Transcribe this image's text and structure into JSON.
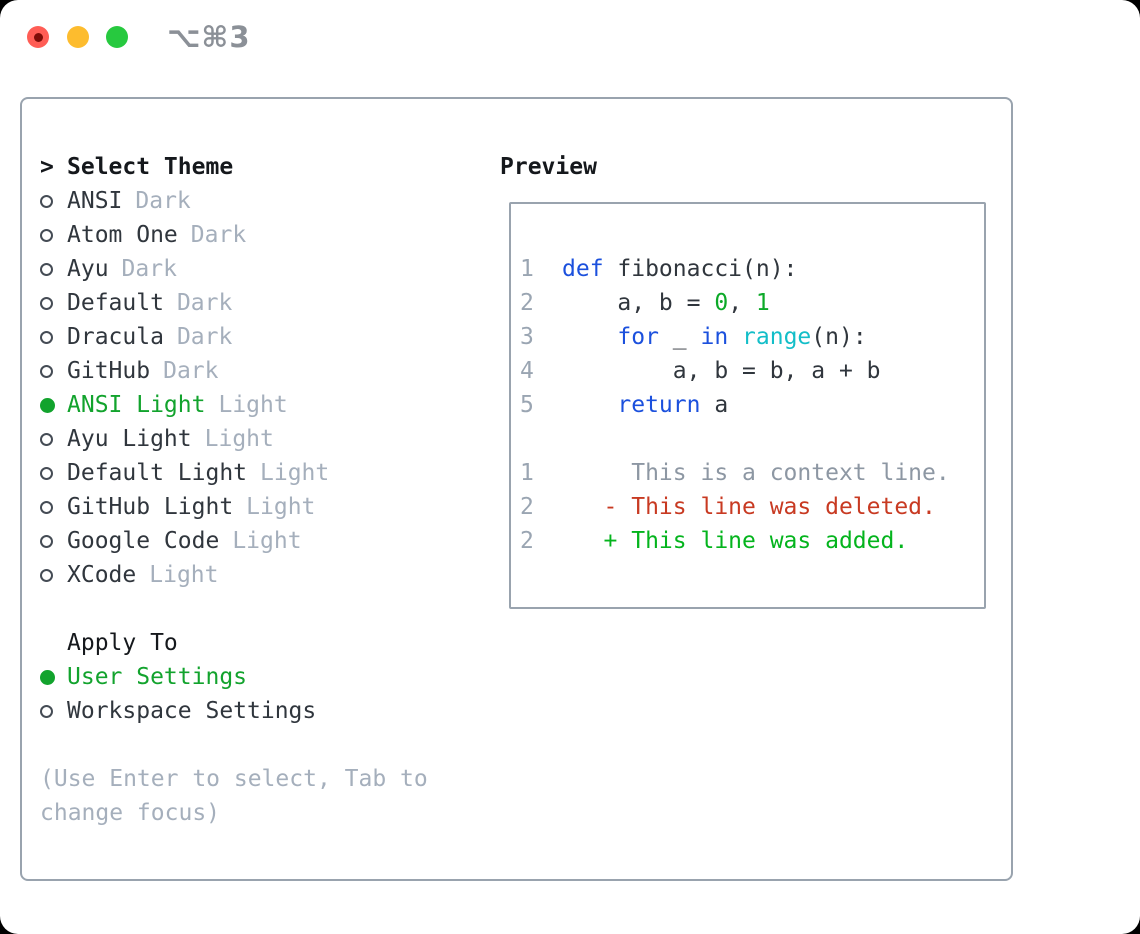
{
  "titlebar": {
    "shortcut": "⌥⌘3"
  },
  "theme_menu": {
    "header_marker": ">",
    "header": "Select Theme",
    "items": [
      {
        "name": "ANSI",
        "variant": "Dark",
        "selected": false
      },
      {
        "name": "Atom One",
        "variant": "Dark",
        "selected": false
      },
      {
        "name": "Ayu",
        "variant": "Dark",
        "selected": false
      },
      {
        "name": "Default",
        "variant": "Dark",
        "selected": false
      },
      {
        "name": "Dracula",
        "variant": "Dark",
        "selected": false
      },
      {
        "name": "GitHub",
        "variant": "Dark",
        "selected": false
      },
      {
        "name": "ANSI Light",
        "variant": "Light",
        "selected": true
      },
      {
        "name": "Ayu Light",
        "variant": "Light",
        "selected": false
      },
      {
        "name": "Default Light",
        "variant": "Light",
        "selected": false
      },
      {
        "name": "GitHub Light",
        "variant": "Light",
        "selected": false
      },
      {
        "name": "Google Code",
        "variant": "Light",
        "selected": false
      },
      {
        "name": "XCode",
        "variant": "Light",
        "selected": false
      }
    ],
    "apply_header": "Apply To",
    "apply_items": [
      {
        "name": "User Settings",
        "selected": true
      },
      {
        "name": "Workspace Settings",
        "selected": false
      }
    ],
    "hint_line1": "(Use Enter to select, Tab to",
    "hint_line2": "change focus)"
  },
  "preview": {
    "title": "Preview",
    "lines": [
      {
        "kind": "code-line",
        "num": "1",
        "tokens": [
          {
            "s": "kw",
            "text": "def"
          },
          {
            "s": "plain",
            "text": " fibonacci(n):"
          }
        ]
      },
      {
        "kind": "code-line",
        "num": "2",
        "tokens": [
          {
            "s": "plain",
            "text": "    a, b = "
          },
          {
            "s": "num",
            "text": "0"
          },
          {
            "s": "plain",
            "text": ", "
          },
          {
            "s": "num",
            "text": "1"
          }
        ]
      },
      {
        "kind": "code-line",
        "num": "3",
        "tokens": [
          {
            "s": "plain",
            "text": "    "
          },
          {
            "s": "kw",
            "text": "for"
          },
          {
            "s": "plain",
            "text": " _ "
          },
          {
            "s": "kw",
            "text": "in"
          },
          {
            "s": "plain",
            "text": " "
          },
          {
            "s": "builtin",
            "text": "range"
          },
          {
            "s": "plain",
            "text": "(n):"
          }
        ]
      },
      {
        "kind": "code-line",
        "num": "4",
        "tokens": [
          {
            "s": "plain",
            "text": "        a, b = b, a + b"
          }
        ]
      },
      {
        "kind": "code-line",
        "num": "5",
        "tokens": [
          {
            "s": "plain",
            "text": "    "
          },
          {
            "s": "kw",
            "text": "return"
          },
          {
            "s": "plain",
            "text": " a"
          }
        ]
      },
      {
        "type": "blank"
      },
      {
        "kind": "diff-context-line",
        "num": "1",
        "tokens": [
          {
            "s": "ctx",
            "text": "     This is a context line."
          }
        ]
      },
      {
        "kind": "diff-deleted-line",
        "num": "2",
        "tokens": [
          {
            "s": "del",
            "text": "   - This line was deleted."
          }
        ]
      },
      {
        "kind": "diff-added-line",
        "num": "2",
        "tokens": [
          {
            "s": "add",
            "text": "   + This line was added."
          }
        ]
      }
    ]
  },
  "colors": {
    "accent_green": "#12a32d",
    "text_dark": "#30363d",
    "header_dark": "#15181c",
    "muted": "#a5afbc",
    "border": "#99a3ae",
    "line_number": "#9aa5b2",
    "kw_blue": "#1b50dd",
    "builtin_cyan": "#13bec8",
    "num_green": "#0ca928",
    "diff_ctx": "#8d97a3",
    "diff_red": "#c83a22",
    "diff_green": "#04b41d",
    "light_red": "#ff5d55",
    "light_red_dot": "#7e0d08",
    "light_yellow": "#fdbc2e",
    "light_green": "#27c93f",
    "shortcut_gray": "#8b9097"
  }
}
